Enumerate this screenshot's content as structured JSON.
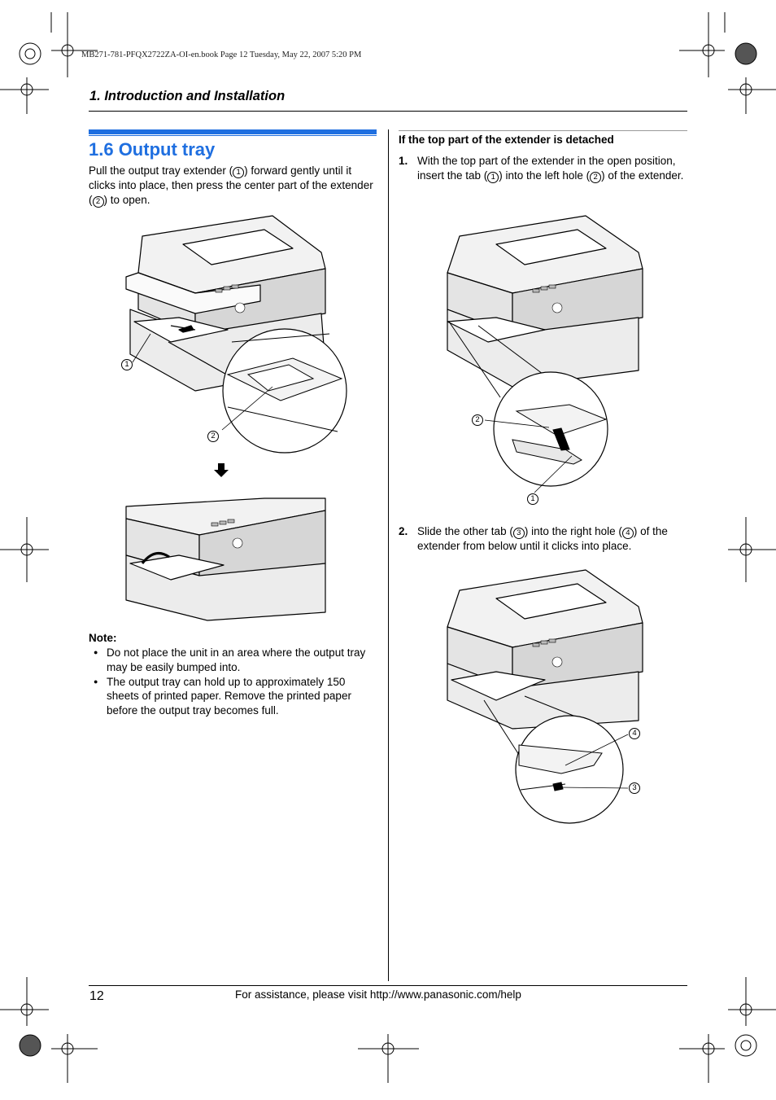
{
  "print_info": "MB271-781-PFQX2722ZA-OI-en.book  Page 12  Tuesday, May 22, 2007  5:20 PM",
  "header": {
    "chapter_title": "1. Introduction and Installation"
  },
  "section": {
    "title": "1.6 Output tray",
    "intro_part1": "Pull the output tray extender (",
    "intro_part2": ") forward gently until it clicks into place, then press the center part of the extender (",
    "intro_part3": ") to open."
  },
  "callouts": {
    "c1": "1",
    "c2": "2",
    "c3": "3",
    "c4": "4"
  },
  "note": {
    "heading": "Note:",
    "items": [
      "Do not place the unit in an area where the output tray may be easily bumped into.",
      "The output tray can hold up to approximately 150 sheets of printed paper. Remove the printed paper before the output tray becomes full."
    ]
  },
  "detached": {
    "heading": "If the top part of the extender is detached",
    "step1_num": "1.",
    "step1_part1": "With the top part of the extender in the open position, insert the tab (",
    "step1_part2": ") into the left hole (",
    "step1_part3": ") of the extender.",
    "step2_num": "2.",
    "step2_part1": "Slide the other tab (",
    "step2_part2": ") into the right hole (",
    "step2_part3": ") of the extender from below until it clicks into place."
  },
  "footer": {
    "page_number": "12",
    "assistance_text": "For assistance, please visit http://www.panasonic.com/help"
  }
}
